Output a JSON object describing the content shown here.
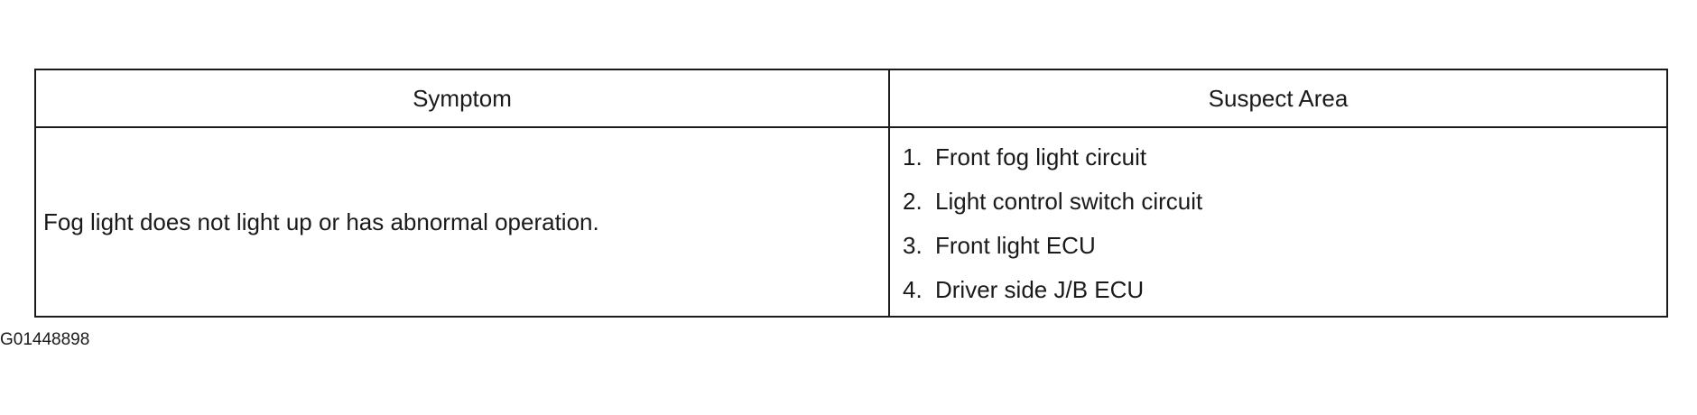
{
  "table": {
    "headers": {
      "symptom": "Symptom",
      "suspect_area": "Suspect Area"
    },
    "rows": [
      {
        "symptom": "Fog light does not light up or has abnormal operation.",
        "suspect_areas": [
          {
            "number": "1.",
            "text": "Front fog light circuit"
          },
          {
            "number": "2.",
            "text": "Light control switch circuit"
          },
          {
            "number": "3.",
            "text": "Front light ECU"
          },
          {
            "number": "4.",
            "text": "Driver side J/B ECU"
          }
        ]
      }
    ]
  },
  "figure_id": "G01448898"
}
